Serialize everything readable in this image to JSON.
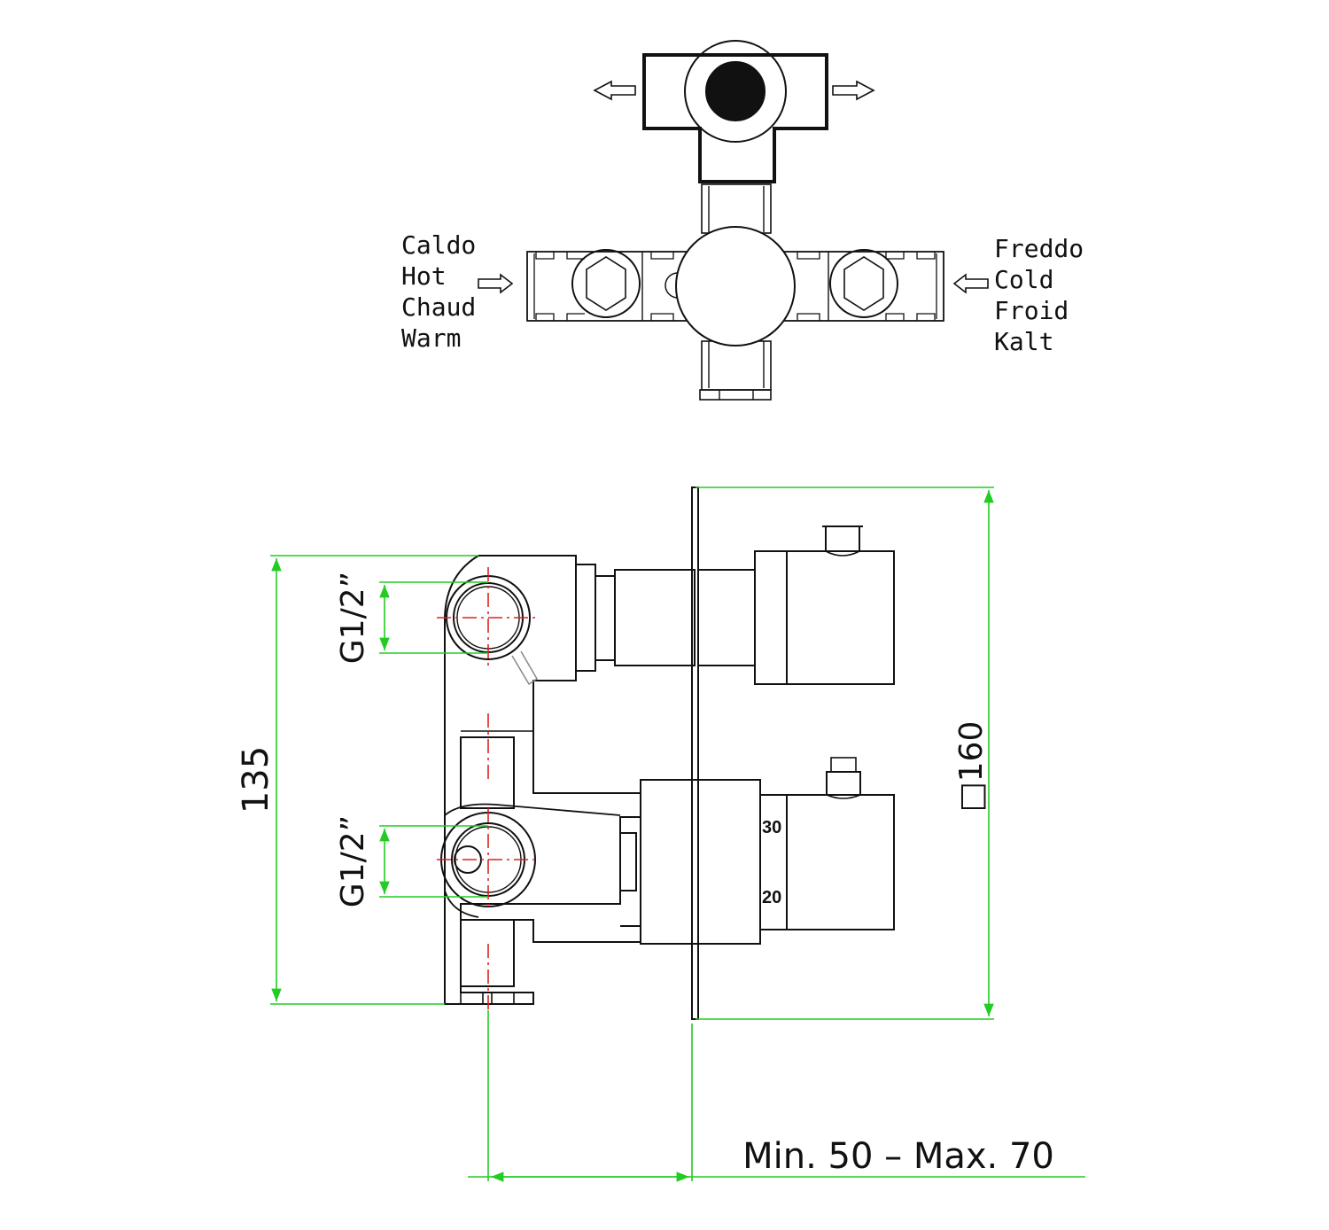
{
  "hot_labels": [
    "Caldo",
    "Hot",
    "Chaud",
    "Warm"
  ],
  "cold_labels": [
    "Freddo",
    "Cold",
    "Froid",
    "Kalt"
  ],
  "dimensions": {
    "height": "135",
    "plate": "□160",
    "thread_top": "G1/2”",
    "thread_bottom": "G1/2”",
    "depth": "Min. 50 – Max. 70"
  },
  "scale": {
    "high": "30",
    "low": "20"
  },
  "colors": {
    "dimension_line": "#22cc22",
    "center_line": "#e02020",
    "outline": "#111111"
  }
}
